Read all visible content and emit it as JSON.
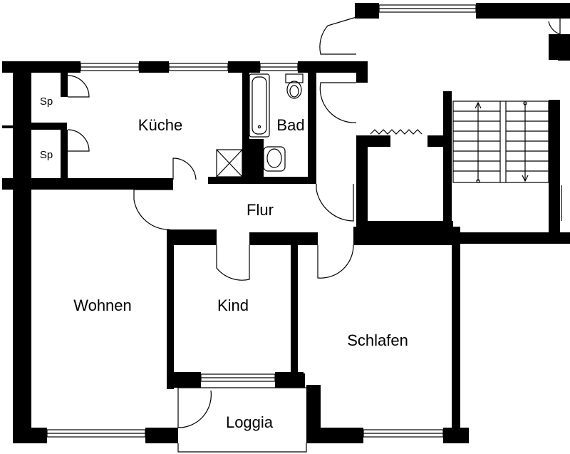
{
  "plan": {
    "rooms": {
      "kueche": "Küche",
      "bad": "Bad",
      "flur": "Flur",
      "wohnen": "Wohnen",
      "kind": "Kind",
      "schlafen": "Schlafen",
      "loggia": "Loggia",
      "sp1": "Sp",
      "sp2": "Sp"
    },
    "colors": {
      "wall": "#000000",
      "background": "#ffffff"
    }
  }
}
